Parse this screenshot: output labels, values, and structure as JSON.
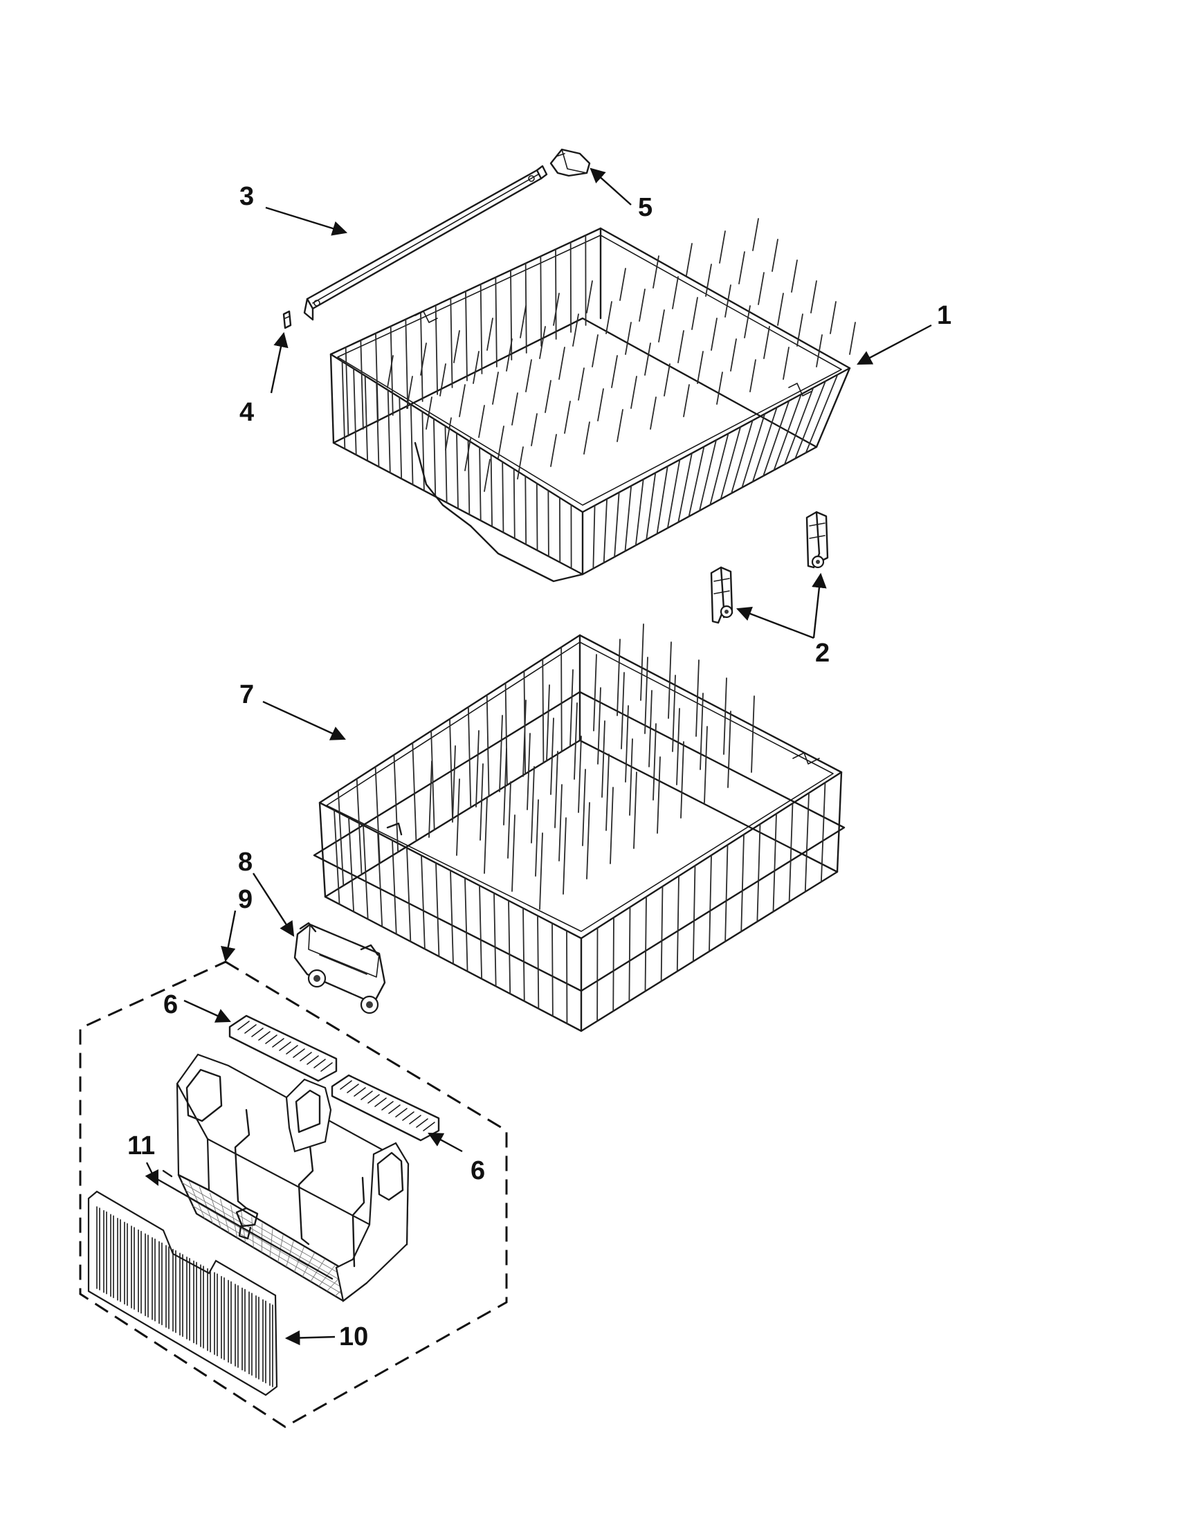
{
  "callouts": {
    "c1": "1",
    "c2": "2",
    "c3": "3",
    "c4": "4",
    "c5": "5",
    "c6a": "6",
    "c6b": "6",
    "c7": "7",
    "c8": "8",
    "c9": "9",
    "c10": "10",
    "c11": "11"
  },
  "colors": {
    "line": "#1a1a1a",
    "background": "#ffffff"
  }
}
